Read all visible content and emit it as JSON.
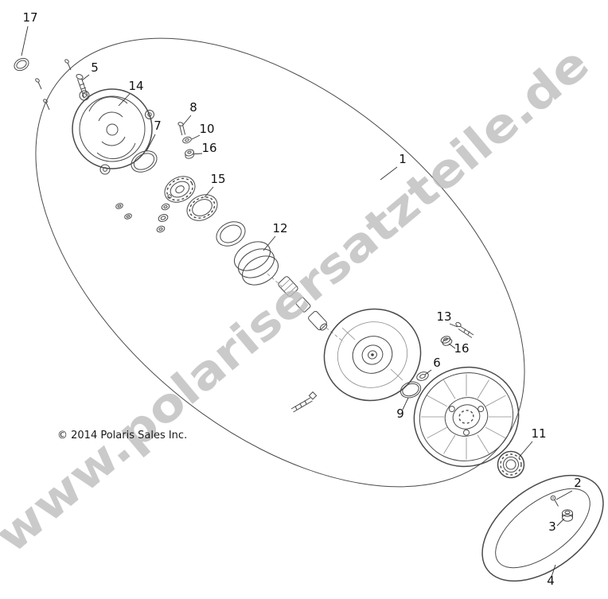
{
  "diagram": {
    "watermark": "www.polarisersatzteile.de",
    "copyright": "© 2014 Polaris Sales Inc.",
    "callouts": [
      {
        "label": "17"
      },
      {
        "label": "5"
      },
      {
        "label": "14"
      },
      {
        "label": "8"
      },
      {
        "label": "10"
      },
      {
        "label": "16"
      },
      {
        "label": "7"
      },
      {
        "label": "15"
      },
      {
        "label": "12"
      },
      {
        "label": "1"
      },
      {
        "label": "13"
      },
      {
        "label": "16"
      },
      {
        "label": "6"
      },
      {
        "label": "9"
      },
      {
        "label": "11"
      },
      {
        "label": "2"
      },
      {
        "label": "3"
      },
      {
        "label": "4"
      }
    ],
    "colors": {
      "line": "#4a4a4a",
      "leader": "#333333",
      "watermark": "#bdbdbd",
      "background": "#ffffff"
    }
  }
}
